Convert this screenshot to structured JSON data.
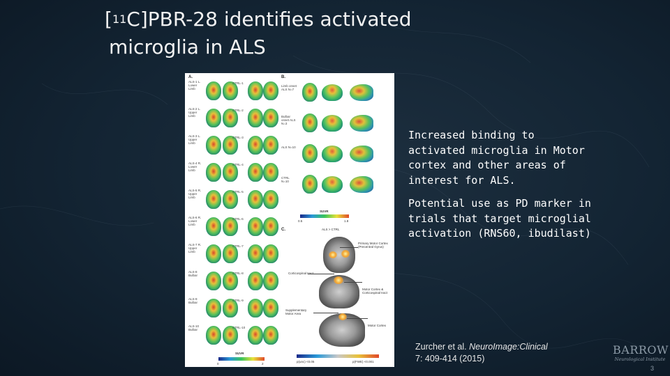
{
  "slide": {
    "title_pre": "[",
    "title_sup": "11",
    "title_line1_rest": "C]PBR-28 identifies activated",
    "title_line2": "microglia in ALS",
    "bullets": [
      "Increased binding to activated microglia in Motor cortex and other areas of interest for ALS.",
      "Potential use as PD marker in trials that target microglial activation (RNS60, ibudilast)"
    ],
    "citation": {
      "prefix": "Zurcher et al. ",
      "journal": "NeuroImage:Clinical",
      "line2": "7: 409-414 (2015)"
    },
    "logo": {
      "name": "BARROW",
      "subtitle": "Neurological Institute"
    },
    "page_number": "3"
  },
  "figure": {
    "panel_a_label": "A.",
    "panel_b_label": "B.",
    "panel_c_label": "C.",
    "als_rows": [
      "ALS-1 L. Lower Limb",
      "ALS-2 L. Upper Limb",
      "ALS-3 L. Upper Limb",
      "ALS-4 R. Lower Limb",
      "ALS-5 R. Upper Limb",
      "ALS-6 R. Lower Limb",
      "ALS-7 R. Upper Limb",
      "ALS-8 Bulbar",
      "ALS-9 Bulbar",
      "ALS-10 Bulbar"
    ],
    "ctrl_rows": [
      "CTRL-1",
      "CTRL-2",
      "CTRL-3",
      "CTRL-4",
      "CTRL-5",
      "CTRL-6",
      "CTRL-7",
      "CTRL-8",
      "CTRL-9",
      "CTRL-10"
    ],
    "panel_b_rows": [
      "Limb onset ALS N=7",
      "Bulbar onset ALS N=3",
      "ALS N=10",
      "CTRL N=10"
    ],
    "suvr_label": "SUVR",
    "suvr_min_a": "0",
    "suvr_max_a": "2",
    "suvr_min_b": "0.5",
    "suvr_max_b": "1.8",
    "contrast_label": "ALS > CTRL",
    "p_left": "p(unc) <0.05",
    "p_right": "p(FWE) <0.001",
    "annotations": [
      "Primary Motor Cortex (Precentral Gyrus)",
      "Corticospinal tract",
      "Motor Cortex & Corticospinal tract",
      "Supplementary Motor Area",
      "Motor Cortex"
    ]
  }
}
